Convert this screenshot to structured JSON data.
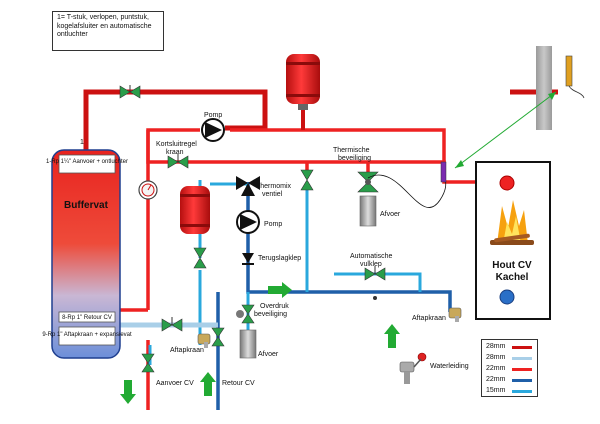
{
  "note": {
    "text": "1= T-stuk, verlopen, puntstuk, kogelafsluiter en automatische ontluchter"
  },
  "buffervat": {
    "title": "Buffervat",
    "connection_top_number": "1",
    "label_top": "1-Rp 1¼\" Aanvoer + ontluchter",
    "label_retour": "8-Rp 1\" Retour CV",
    "label_aftap": "9-Rp 1\" Aftapkraan + expansievat"
  },
  "kachel": {
    "title_line1": "Hout CV",
    "title_line2": "Kachel"
  },
  "labels": {
    "pomp_top": "Pomp",
    "kortsluit_line1": "Kortsluitregel",
    "kortsluit_line2": "kraan",
    "thermische_line1": "Thermische",
    "thermische_line2": "beveiliging",
    "thermomix_line1": "Thermomix",
    "thermomix_line2": "ventiel",
    "afvoer_right": "Afvoer",
    "pomp_mid": "Pomp",
    "terugslagklep": "Terugslagklep",
    "automatische_line1": "Automatische",
    "automatische_line2": "vulklep",
    "overdruk_line1": "Overdruk",
    "overdruk_line2": "beveiliging",
    "afvoer_bottom": "Afvoer",
    "aftapkraan_right": "Aftapkraan",
    "aftapkraan_left": "Aftapkraan",
    "waterleiding": "Waterleiding",
    "aanvoer_cv": "Aanvoer CV",
    "retour_cv": "Retour CV"
  },
  "legend": [
    {
      "size": "28mm",
      "color": "#cc1111"
    },
    {
      "size": "28mm",
      "color": "#a9cfe8"
    },
    {
      "size": "22mm",
      "color": "#ee2222"
    },
    {
      "size": "22mm",
      "color": "#1f5fa8"
    },
    {
      "size": "15mm",
      "color": "#2aa8dd"
    }
  ],
  "colors": {
    "pipe_red_dark": "#cc1111",
    "pipe_red": "#ee2222",
    "pipe_blue": "#1f5fa8",
    "pipe_light_blue": "#a9cfe8",
    "pipe_cyan": "#2aa8dd",
    "valve_green": "#2a9d4a",
    "arrow_green": "#22aa33",
    "expansion_red": "#dd1a1a"
  }
}
